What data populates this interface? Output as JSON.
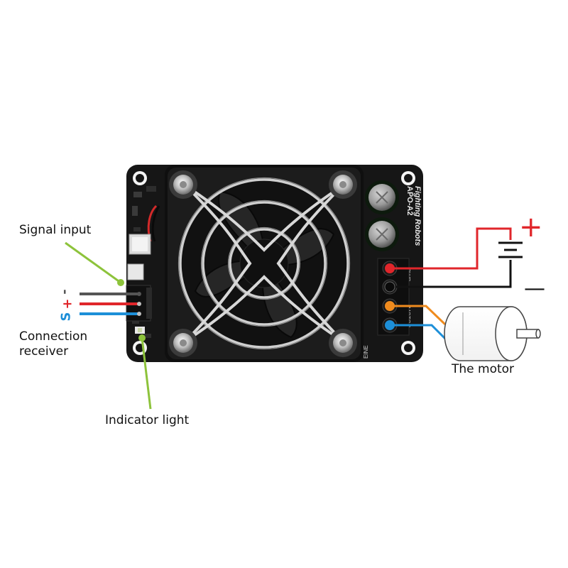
{
  "labels": {
    "signal_input": "Signal input",
    "connection_receiver": "Connection\nreceiver",
    "indicator_light": "Indicator light",
    "the_motor": "The motor"
  },
  "pins": {
    "minus": "-",
    "plus": "+",
    "signal": "S"
  },
  "power": {
    "plus": "+",
    "minus": "—"
  },
  "board": {
    "silkscreen_model": "APO-A2",
    "silkscreen_brand": "Fighting Robots",
    "terminal_pwr": "PWR",
    "terminal_motor": "MOTOR",
    "edge_text": "EINE"
  },
  "colors": {
    "signal_ground": "#555555",
    "signal_power": "#e0262b",
    "signal_wire": "#1d8fd8",
    "pointer_green": "#8dc33b",
    "power_red": "#e0262b",
    "power_black": "#111111",
    "motor_orange": "#ef8b1e",
    "motor_blue": "#1d8fd8",
    "board": "#151515"
  }
}
